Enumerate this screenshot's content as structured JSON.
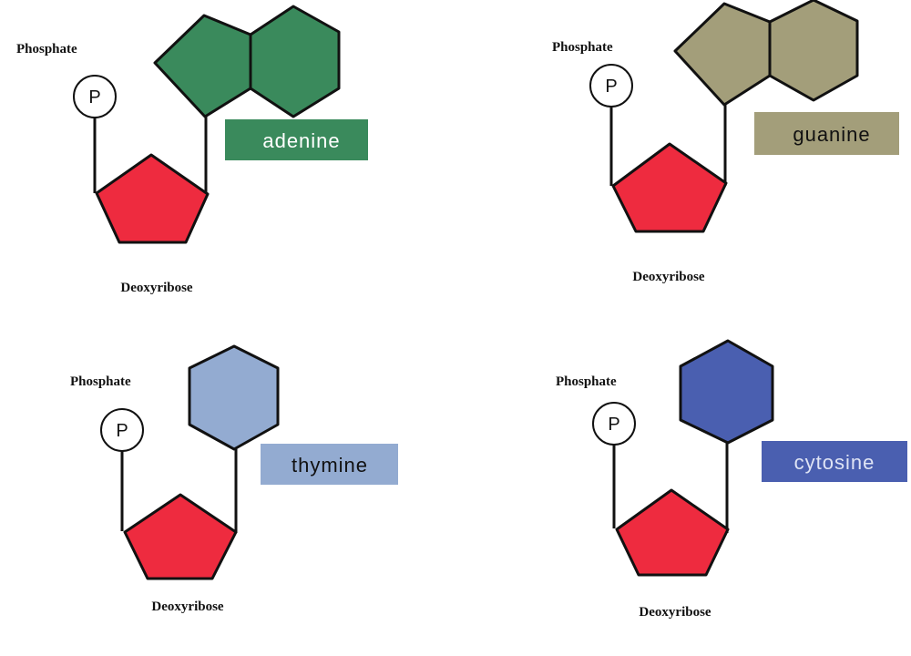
{
  "colors": {
    "sugar": "#ee2b3f",
    "adenine": "#3a8a5c",
    "guanine": "#a39e7a",
    "thymine": "#93abd1",
    "cytosine": "#4a5fb0",
    "adenine_text": "#ffffff",
    "guanine_text": "#111111",
    "thymine_text": "#111111",
    "cytosine_text": "#dfe4f5"
  },
  "nucleotides": [
    {
      "phosphate_label": "Phosphate",
      "phosphate_symbol": "P",
      "sugar_label": "Deoxyribose",
      "base_name": "adenine"
    },
    {
      "phosphate_label": "Phosphate",
      "phosphate_symbol": "P",
      "sugar_label": "Deoxyribose",
      "base_name": "guanine"
    },
    {
      "phosphate_label": "Phosphate",
      "phosphate_symbol": "P",
      "sugar_label": "Deoxyribose",
      "base_name": "thymine"
    },
    {
      "phosphate_label": "Phosphate",
      "phosphate_symbol": "P",
      "sugar_label": "Deoxyribose",
      "base_name": "cytosine"
    }
  ]
}
